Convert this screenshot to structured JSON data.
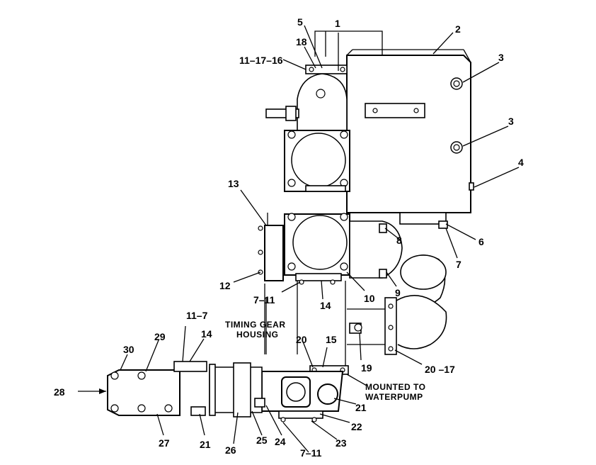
{
  "labels": {
    "l1": "1",
    "l2": "2",
    "l3a": "3",
    "l3b": "3",
    "l4": "4",
    "l5": "5",
    "l6": "6",
    "l7": "7",
    "l8": "8",
    "l9": "9",
    "l10": "10",
    "l11_17_16": "11–17–16",
    "l12": "12",
    "l13": "13",
    "l14a": "14",
    "l14b": "14",
    "l15": "15",
    "l18": "18",
    "l19": "19",
    "l20": "20",
    "l20_17": "20 –17",
    "l21a": "21",
    "l21b": "21",
    "l22": "22",
    "l23": "23",
    "l24": "24",
    "l25": "25",
    "l26": "26",
    "l27": "27",
    "l28": "28",
    "l29": "29",
    "l30": "30",
    "l7_11a": "7–11",
    "l7_11b": "7–11",
    "l11_7": "11–7"
  },
  "notes": {
    "timing_line1": "TIMING GEAR",
    "timing_line2": "HOUSING",
    "mounted_line1": "MOUNTED TO",
    "mounted_line2": "WATERPUMP"
  }
}
